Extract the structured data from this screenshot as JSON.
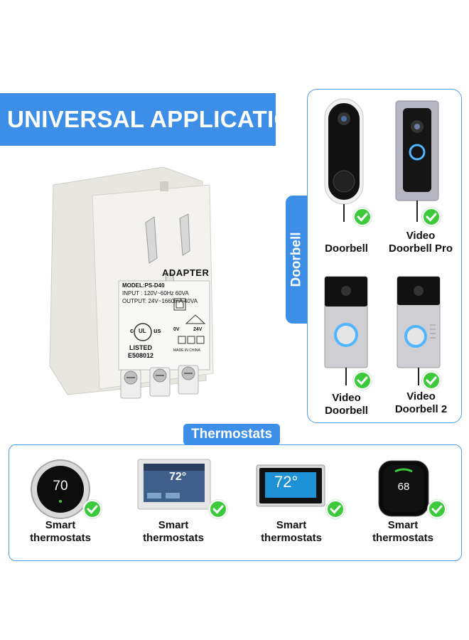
{
  "banner": {
    "title": "UNIVERSAL APPLICATION"
  },
  "adapter": {
    "brand": "ADAPTER",
    "model": "MODEL:PS-D40",
    "input": "INPUT   : 120V~60Hz 60VA",
    "output": "OUTPUT: 24V~1660mA 40VA",
    "listed": "LISTED",
    "file_no": "E508012",
    "terminals": [
      "0V",
      "24V"
    ],
    "made_in": "MADE IN CHINA",
    "ul_left": "c",
    "ul_right": "us",
    "ul_mark": "UL"
  },
  "doorbell": {
    "tab_label": "Doorbell",
    "devices": [
      {
        "label_line1": "Doorbell",
        "label_line2": ""
      },
      {
        "label_line1": "Video",
        "label_line2": "Doorbell Pro"
      },
      {
        "label_line1": "Video",
        "label_line2": "Doorbell"
      },
      {
        "label_line1": "Video",
        "label_line2": "Doorbell 2"
      }
    ]
  },
  "thermostats": {
    "tab_label": "Thermostats",
    "devices": [
      {
        "label_line1": "Smart",
        "label_line2": "thermostats",
        "display": "70"
      },
      {
        "label_line1": "Smart",
        "label_line2": "thermostats",
        "display": "72°"
      },
      {
        "label_line1": "Smart",
        "label_line2": "thermostats",
        "display": "72°"
      },
      {
        "label_line1": "Smart",
        "label_line2": "thermostats",
        "display": "68"
      }
    ]
  },
  "colors": {
    "accent": "#3d8ee6",
    "check": "#3cc93c"
  }
}
